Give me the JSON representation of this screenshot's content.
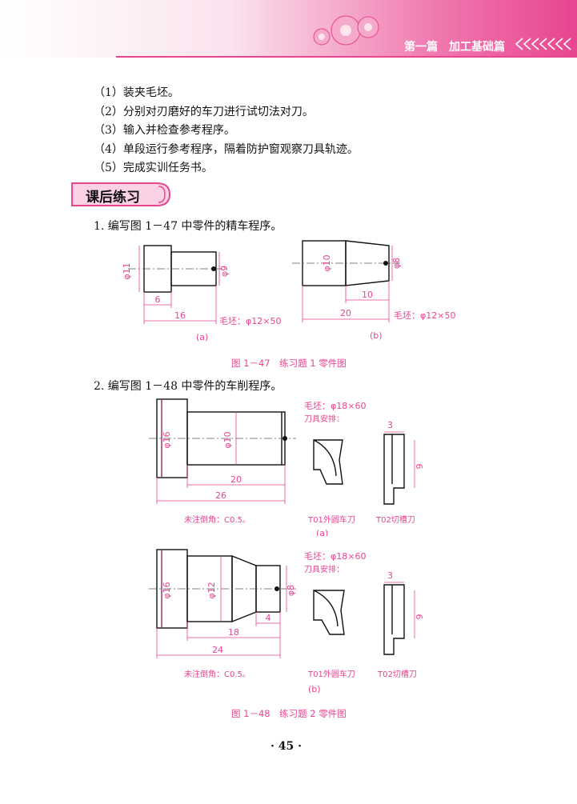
{
  "header": {
    "part": "第一篇",
    "title": "加工基础篇"
  },
  "steps": [
    "（1）装夹毛坯。",
    "（2）分别对刃磨好的车刀进行试切法对刀。",
    "（3）输入并检查参考程序。",
    "（4）单段运行参考程序，隔着防护窗观察刀具轨迹。",
    "（5）完成实训任务书。"
  ],
  "section_title": "课后练习",
  "questions": [
    "1. 编写图 1－47 中零件的精车程序。",
    "2. 编写图 1－48 中零件的车削程序。"
  ],
  "fig47": {
    "caption": "图 1－47　练习题 1 零件图",
    "a": {
      "d_large": "φ11",
      "d_small": "φ9",
      "len_head": "6",
      "len_total": "16",
      "blank": "毛坯：φ12×50",
      "label": "(a)"
    },
    "b": {
      "d_large": "φ10",
      "d_small": "φ8",
      "len_taper": "10",
      "len_total": "20",
      "blank": "毛坯：φ12×50",
      "label": "(b)"
    }
  },
  "fig48": {
    "caption": "图 1－48　练习题 2 零件图",
    "a": {
      "d_large": "φ16",
      "d_small": "φ10",
      "len_shaft": "20",
      "len_total": "26",
      "chamfer": "未注倒角：C0.5。",
      "blank": "毛坯：φ18×60",
      "tools_title": "刀具安排：",
      "tool1": "T01外圆车刀",
      "tool2": "T02切槽刀",
      "w": "3",
      "h": "9",
      "label": "(a)"
    },
    "b": {
      "d_large": "φ16",
      "d_mid": "φ12",
      "d_small": "φ8",
      "len_small": "4",
      "len_mid": "18",
      "len_total": "24",
      "chamfer": "未注倒角：C0.5。",
      "blank": "毛坯：φ18×60",
      "tools_title": "刀具安排：",
      "tool1": "T01外圆车刀",
      "tool2": "T02切槽刀",
      "w": "3",
      "h": "9",
      "label": "(b)"
    }
  },
  "page_number": "· 45 ·"
}
